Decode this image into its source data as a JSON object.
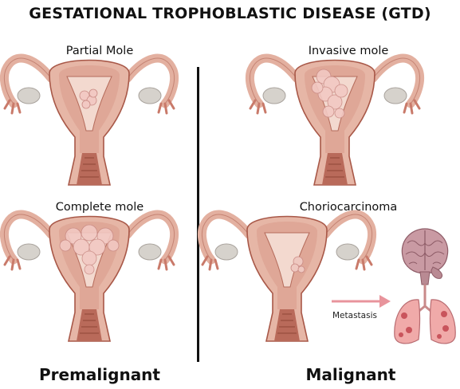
{
  "title": "GESTATIONAL TROPHOBLASTIC DISEASE (GTD)",
  "panels": {
    "partial_mole": "Partial Mole",
    "invasive_mole": "Invasive mole",
    "complete_mole": "Complete mole",
    "choriocarcinoma": "Choriocarcinoma"
  },
  "metastasis_label": "Metastasis",
  "footer": {
    "left": "Premalignant",
    "right": "Malignant"
  },
  "colors": {
    "uterus_outer": "#e6b6a6",
    "uterus_edge": "#a85848",
    "cavity": "#f3d9cf",
    "ovary": "#d6d2cc",
    "mole": "#f2c9c3",
    "arrow": "#e8949c",
    "brain": "#c99aa3",
    "lung": "#f0aaa9"
  }
}
